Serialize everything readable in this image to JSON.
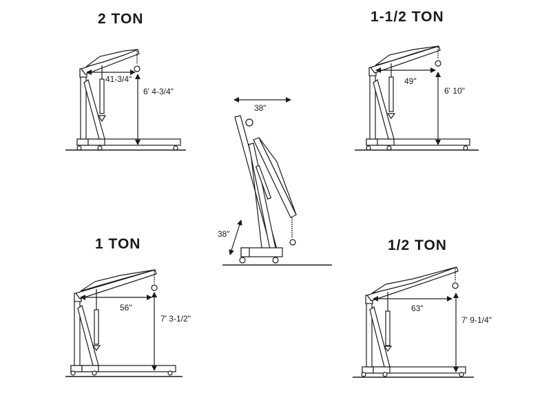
{
  "diagram": {
    "type": "engine-crane-capacity-chart",
    "colors": {
      "line": "#1a1a1a",
      "background": "#ffffff"
    },
    "panels": [
      {
        "id": "2-ton",
        "title": "2 TON",
        "reach": "41-3/4\"",
        "height": "6' 4-3/4\""
      },
      {
        "id": "1-1-2-ton",
        "title": "1-1/2 TON",
        "reach": "49\"",
        "height": "6' 10\""
      },
      {
        "id": "1-ton",
        "title": "1 TON",
        "reach": "56\"",
        "height": "7' 3-1/2\""
      },
      {
        "id": "1-2-ton",
        "title": "1/2 TON",
        "reach": "63\"",
        "height": "7' 9-1/4\""
      }
    ],
    "folded": {
      "id": "folded",
      "width": "38\"",
      "depth": "38\""
    }
  }
}
